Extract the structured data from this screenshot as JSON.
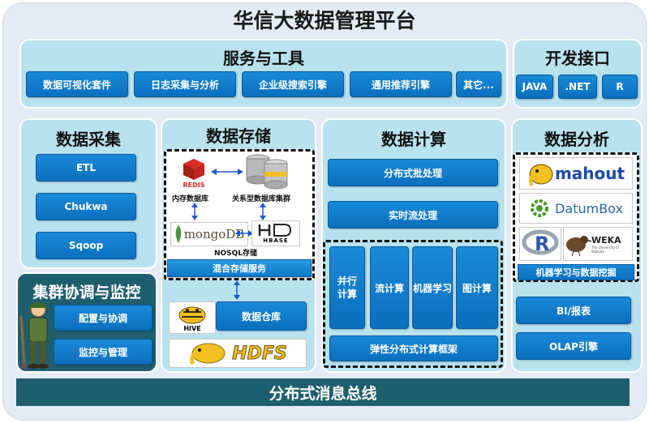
{
  "title": "华信大数据管理平台",
  "services": {
    "title": "服务与工具",
    "items": [
      "数据可视化套件",
      "日志采集与分析",
      "企业级搜索引擎",
      "通用推荐引擎",
      "其它..."
    ]
  },
  "api": {
    "title": "开发接口",
    "items": [
      "JAVA",
      ".NET",
      "R"
    ]
  },
  "collection": {
    "title": "数据采集",
    "items": [
      "ETL",
      "Chukwa",
      "Sqoop"
    ]
  },
  "cluster": {
    "title": "集群协调与监控",
    "items": [
      "配置与协调",
      "监控与管理"
    ]
  },
  "storage": {
    "title": "数据存储",
    "redis_logo": "REDIS",
    "memory_db": "内存数据库",
    "relational": "关系型数据库集群",
    "mongo_logo": "mongoDB",
    "hbase_logo": "HBASE",
    "nosql": "NOSQL存储",
    "hybrid": "混合存储服务",
    "hive_logo": "HIVE",
    "warehouse": "数据仓库",
    "hdfs_logo": "HDFS"
  },
  "compute": {
    "title": "数据计算",
    "batch": "分布式批处理",
    "realtime": "实时流处理",
    "columns": [
      "并行计算",
      "流计算",
      "机器学习",
      "图计算"
    ],
    "framework": "弹性分布式计算框架"
  },
  "analysis": {
    "title": "数据分析",
    "mahout_logo": "mahout",
    "datumbox_logo": "DatumBox",
    "r_logo": "R",
    "weka_logo": "WEKA",
    "weka_sub": "The University of Waikato",
    "ml": "机器学习与数据挖掘",
    "bi": "BI/报表",
    "olap": "OLAP引擎"
  },
  "bus": "分布式消息总线"
}
